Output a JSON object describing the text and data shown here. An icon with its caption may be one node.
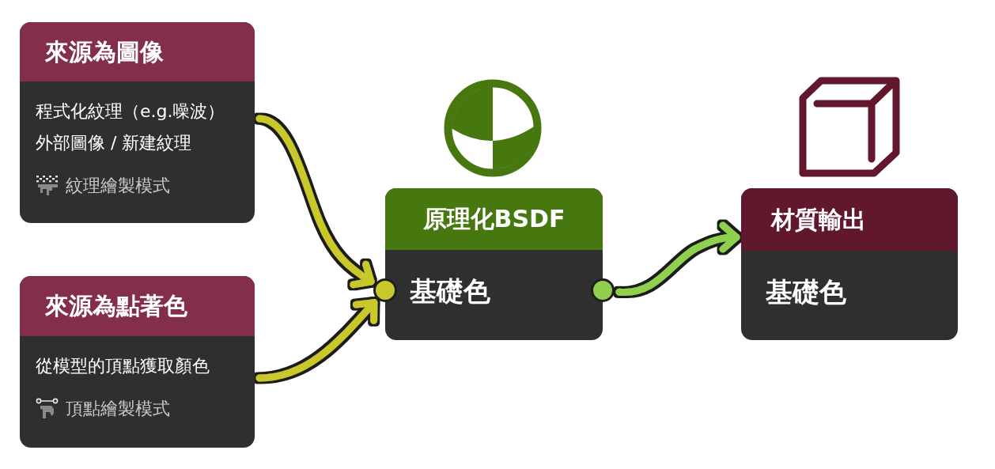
{
  "diagram": {
    "nodes": [
      {
        "text": [
          "來源為圖像",
          "程式化紋理（e.g.噪波）",
          "外部圖像 / 新建紋理",
          "紋理繪製模式"
        ]
      },
      {
        "text": [
          "來源為點著色",
          "從模型的頂點獲取顏色",
          "頂點繪製模式"
        ]
      },
      {
        "text": [
          "原理化BSDF",
          "基礎色"
        ]
      },
      {
        "text": [],
        "shape": "circle"
      },
      {
        "text": [],
        "shape": "circle"
      },
      {
        "text": [
          "材質輸出",
          "基礎色"
        ]
      }
    ],
    "edges": [
      {
        "from": 0,
        "to": 3,
        "arrow": "to"
      },
      {
        "from": 1,
        "to": 3,
        "arrow": "to"
      },
      {
        "from": 4,
        "to": 5,
        "arrow": "to",
        "color": "#8fd14f"
      }
    ]
  }
}
